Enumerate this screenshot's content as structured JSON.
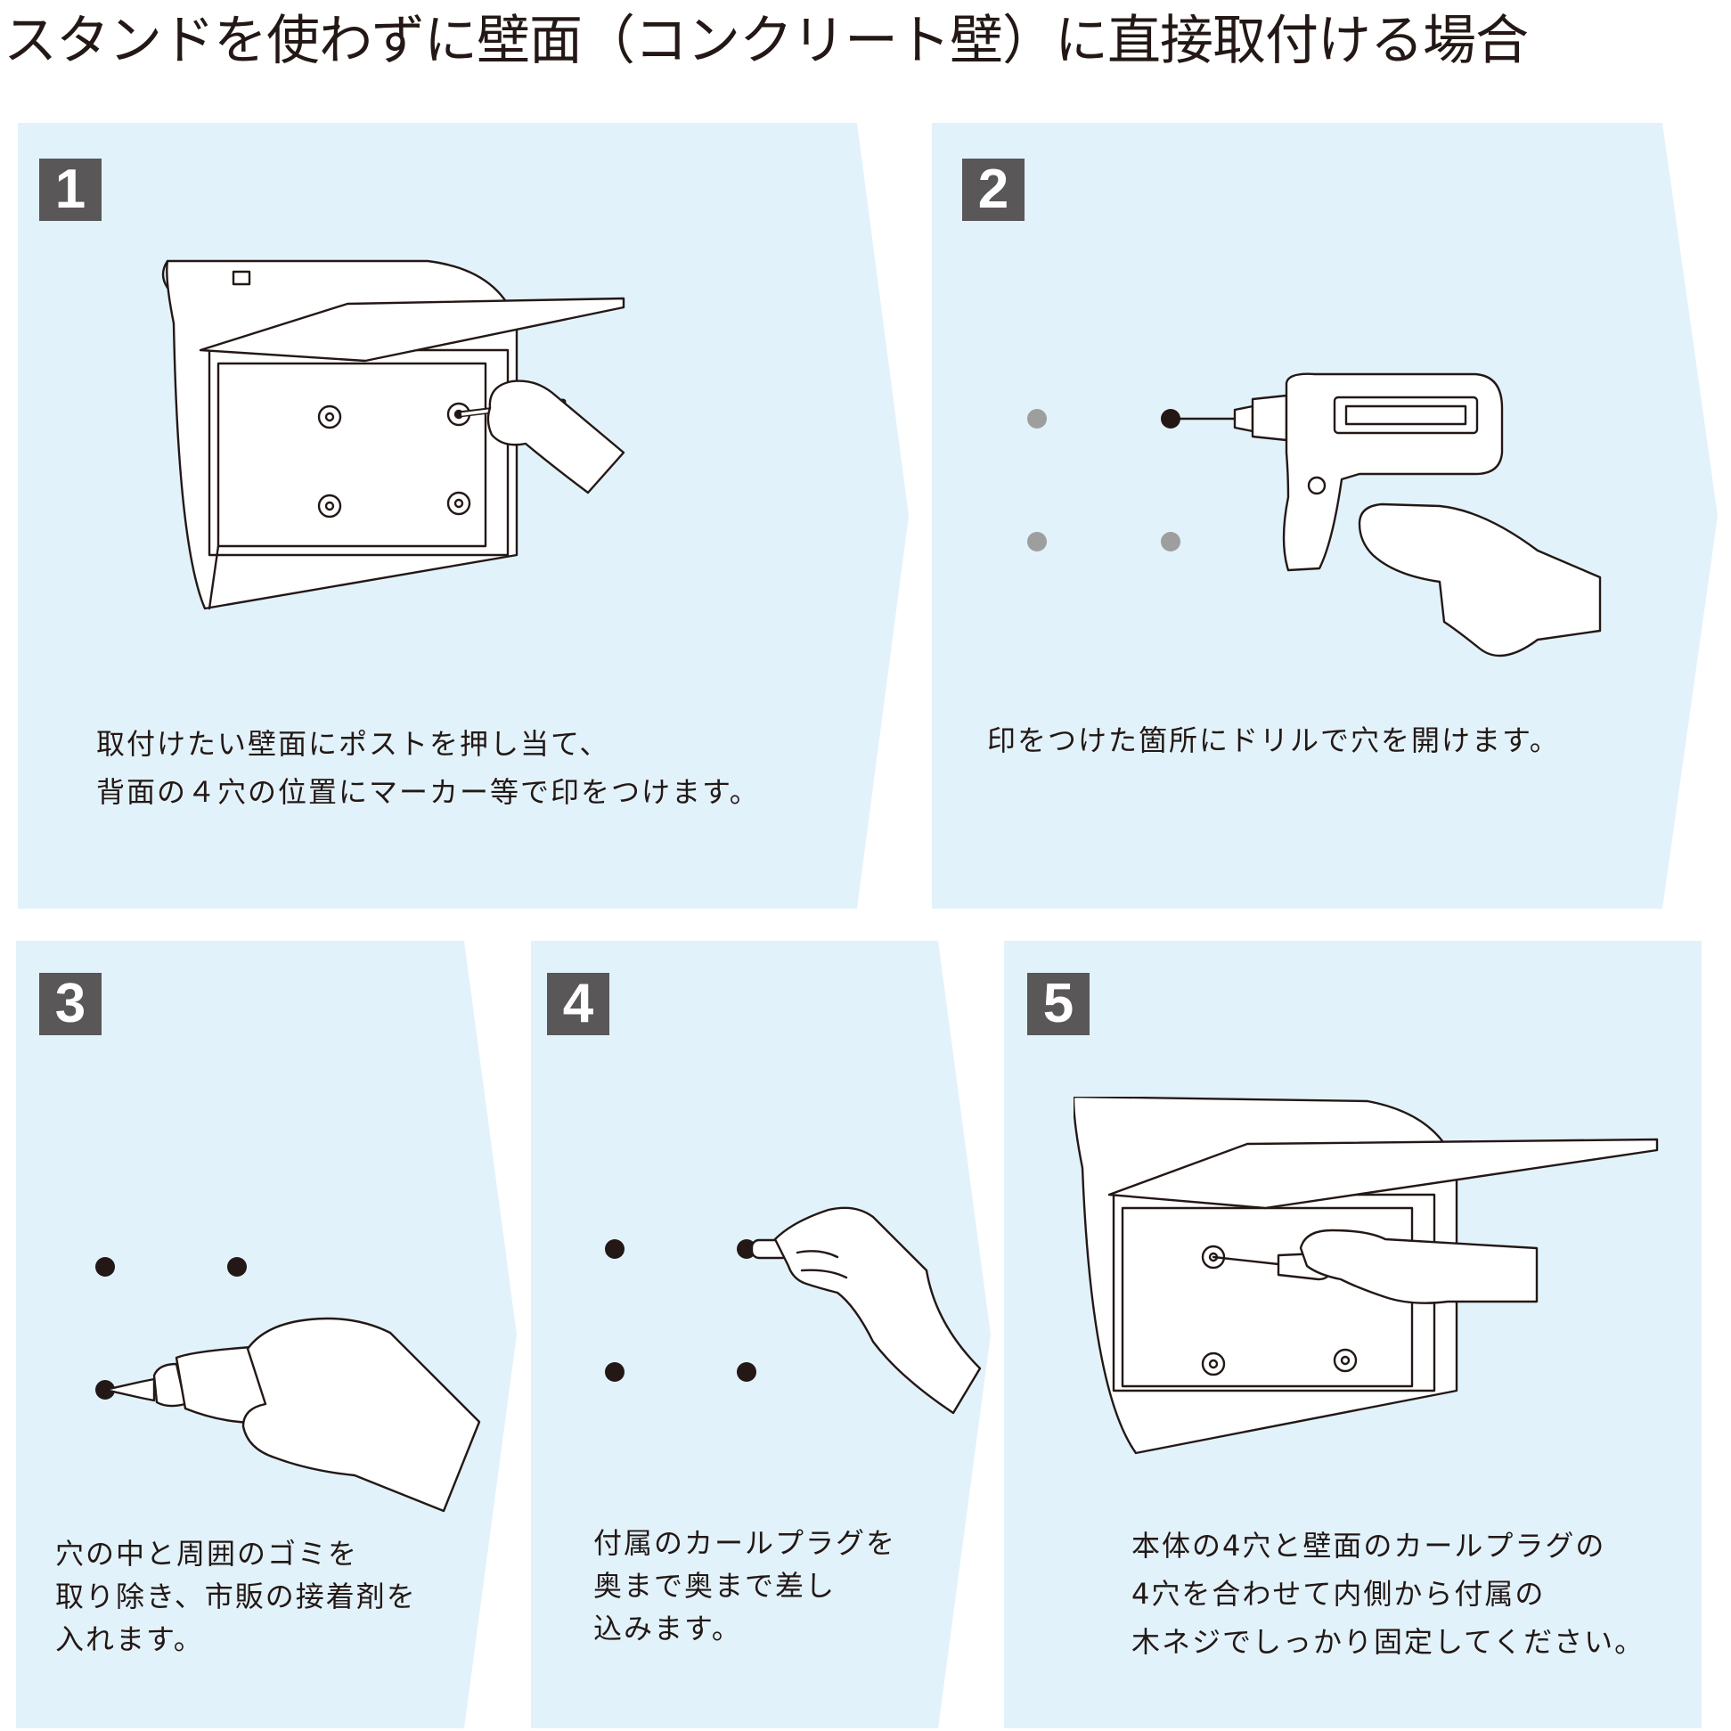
{
  "title": "スタンドを使わずに壁面（コンクリート壁）に直接取付ける場合",
  "colors": {
    "panel_bg": "#e2f2fa",
    "badge_bg": "#595757",
    "ink": "#231815",
    "mark_gray": "#9e9e9f"
  },
  "steps": [
    {
      "number": "1",
      "lines": [
        "取付けたい壁面にポストを押し当て、",
        "背面の４穴の位置にマーカー等で印をつけます。"
      ]
    },
    {
      "number": "2",
      "lines": [
        "印をつけた箇所にドリルで穴を開けます。"
      ]
    },
    {
      "number": "3",
      "lines": [
        "穴の中と周囲のゴミを",
        "取り除き、市販の接着剤を",
        "入れます。"
      ]
    },
    {
      "number": "4",
      "lines": [
        "付属のカールプラグを",
        "奥まで奥まで差し",
        "込みます。"
      ]
    },
    {
      "number": "5",
      "lines": [
        "本体の4穴と壁面のカールプラグの",
        "4穴を合わせて内側から付属の",
        "木ネジでしっかり固定してください。"
      ]
    }
  ]
}
